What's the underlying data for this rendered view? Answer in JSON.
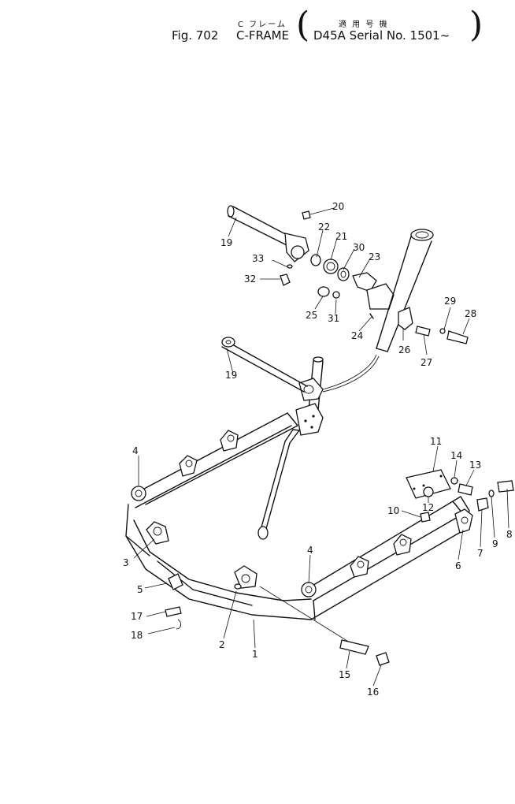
{
  "header": {
    "jp_title": "C フレーム",
    "jp_applicable": "適 用 号 機",
    "fig_label": "Fig. 702",
    "title": "C-FRAME",
    "serial": "D45A  Serial No. 1501~"
  },
  "callouts": [
    "1",
    "2",
    "3",
    "4",
    "4",
    "5",
    "6",
    "7",
    "8",
    "9",
    "10",
    "11",
    "12",
    "13",
    "14",
    "15",
    "16",
    "17",
    "18",
    "19",
    "19",
    "20",
    "21",
    "22",
    "23",
    "24",
    "25",
    "26",
    "27",
    "28",
    "29",
    "30",
    "31",
    "32",
    "33"
  ]
}
